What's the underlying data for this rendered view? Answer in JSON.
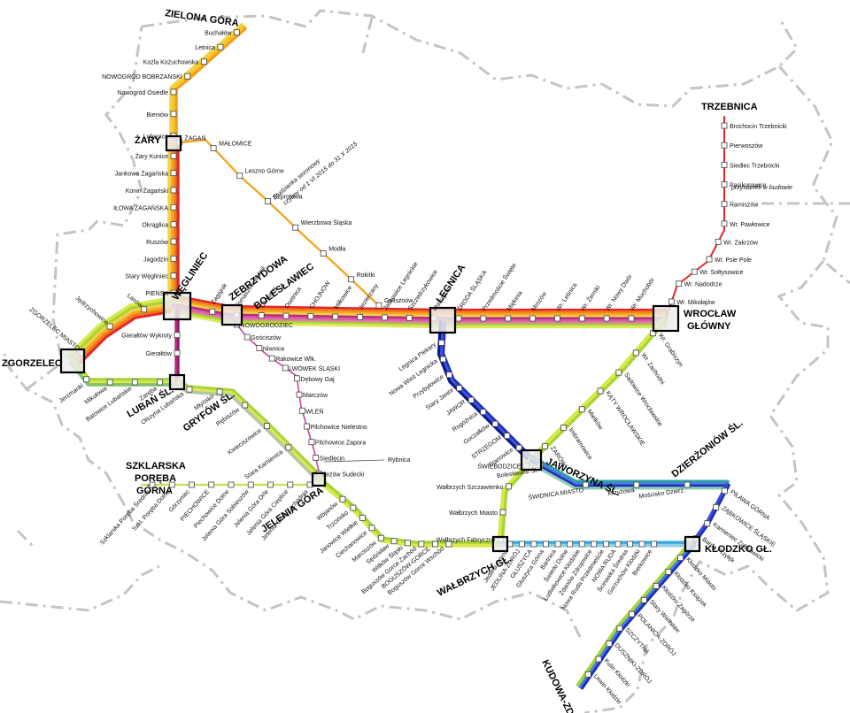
{
  "hubs": {
    "zielona_gora": "ZIELONA GÓRA",
    "zary": "ŻARY",
    "wegliniec": "WĘGLINIEC",
    "zgorzelec": "ZGORZELEC",
    "luban": "LUBAŃ ŚL.",
    "gryfow": "GRYFÓW ŚL.",
    "zebrzydowa": "ZEBRZYDOWA",
    "boleslawiec": "BOLESŁAWIEC",
    "legnica": "LEGNICA",
    "wroclaw": "WROCŁAW",
    "wroclaw2": "GŁÓWNY",
    "trzebnica": "TRZEBNICA",
    "jaworzyna": "JAWORZYNA ŚL.",
    "dzierzoniow": "DZIERŻONIÓW ŚL.",
    "klodzko": "KŁODZKO GŁ.",
    "kudowa": "KUDOWA-ZDRÓJ",
    "walbrzych": "WAŁBRZYCH GŁ.",
    "jelenia": "JELENIA GÓRA",
    "szklarska1": "SZKLARSKA",
    "szklarska2": "PORĘBA",
    "szklarska3": "GÓRNA"
  },
  "lines": {
    "zg_zary": [
      "Buchałów",
      "Letnica",
      "Kożla Kożuchowska",
      "NOWOGRÓD BOBRZAŃSKI",
      "Nowogród Osiedle",
      "Bieniów",
      "Lubanice"
    ],
    "zary_weg": [
      "Żary Kunice",
      "Jankowa Żagańska",
      "Konin Żagański",
      "IŁOWA ŻAGAŃSKA",
      "Okrąglica",
      "Ruszów",
      "Jagodzin",
      "Stary Węgliniec",
      "PIEŃSK"
    ],
    "zagan": [
      "ŻAGAŃ",
      "MAŁOMICE",
      "Leszno Górne",
      "Szprotawa",
      "Wierzbowa Śląska",
      "Modła",
      "Rokitki",
      "Golisznów"
    ],
    "zgorz": [
      "Lasów",
      "Jędrzychowice",
      "ZGORZELEC MIASTO"
    ],
    "main": [
      "Zagajnik",
      "Tomaszów Bolesł.",
      "Okmiany",
      "Osetnica",
      "CHOJNÓW",
      "Miłkowice",
      "Jezierzany",
      "Jaśkowice Legnickie",
      "Szczedrzykowice",
      "Malczyce",
      "ŚRODA ŚLĄSKA",
      "Przedmoście Święte",
      "Miękinia",
      "Mrozów",
      "Wr. Leśnica",
      "Wr. Żerniki",
      "Wr. Nowy Dwór",
      "Wr. Muchobór"
    ],
    "luban": [
      "Jerzmanki",
      "Mikułowa",
      "Batowice Lubańskie",
      "Zaręba"
    ],
    "weg_lub": [
      "Gierałtów Wykroty",
      "Gierałtów"
    ],
    "gryfow": [
      "Olszyna Lubańska",
      "Młyńsko",
      "Rębiszów",
      "Kwieciszowice",
      "Stara Kamienica"
    ],
    "nowogrodziec": [
      "NOWOGRODZIEC",
      "Gościszów",
      "Niwnice",
      "Rakowice Wlk.",
      "LWÓWEK ŚLĄSKI",
      "Dębowy Gaj",
      "Marczów",
      "WLEŃ",
      "Pilchowice Nielestno",
      "Pilchowice Zapora",
      "Siedlęcin",
      "Jeżów Sudecki"
    ],
    "szklarska": [
      "Szklarska Poręba Średnia",
      "Szkl. Poręba Dolna",
      "Górzyniec",
      "PIECHOWICE",
      "Piechowice Dolne",
      "Jelenia Góra Sobieszów",
      "Jelenia Góra Orle",
      "Jelenia Góra Cieplice",
      "Jelenia Góra Zachodnia"
    ],
    "jelenia_wal": [
      "Wojanów",
      "Trzcińsko",
      "Janowice Wielkie",
      "Ciechanowice",
      "Marciszów",
      "Sędzisław",
      "Witków Śląski",
      "Boguszów Gorce Zachód",
      "BOGUSZÓW-GORCE",
      "Boguszów Gorce Wschód"
    ],
    "leg_jaw": [
      "Legnica Piekary",
      "Nowa Wieś Legnicka",
      "Przybyłowice",
      "Stary Jawor",
      "JAWOR",
      "Rogoźnica",
      "Goczałków",
      "STRZEGOM",
      "Stanowice"
    ],
    "jaw_wal": [
      "ŚWIEBODZICE",
      "Wałbrzych Szczawienko",
      "Wałbrzych Miasto",
      "Wałbrzych Fabryczny"
    ],
    "wro_jaw": [
      "Wr. Grabiszyn",
      "Wr. Zachodni",
      "Sadowice Wrocławskie",
      "KĄTY WROCŁAWSKIE",
      "Mietków",
      "Imbramowice",
      "ŻARÓW"
    ],
    "jaw_dzi": [
      "Bolesławice Śl.",
      "ŚWIDNICA MIASTO",
      "Krzyżowa",
      "Mościsko Dzierż."
    ],
    "dzi_klo": [
      "PIŁAWA GÓRNA",
      "ZĄBKOWICE ŚLĄSKIE",
      "Kamieniec Ząbkowicki",
      "Bardo Przyłęk"
    ],
    "wal_klo": [
      "Jedlina Górna",
      "JEDLINA-ZDRÓJ",
      "GŁUSZYCA",
      "Głuszyca Górna",
      "Bartnica",
      "Świerki Dolne",
      "Ludwikowice Kłodzkie",
      "Żdanów Zdrojowice",
      "Nowa Ruda Przedmieście",
      "NOWA RUDA",
      "Ścinawka Średnia",
      "Gorzuchów Kłodzki",
      "Bierkowice"
    ],
    "klo_kud": [
      "Kłodzko Miasto",
      "Kłodzko Książek",
      "Kłodzko Zagórze",
      "Stary Wielisław",
      "POLANICA-ZDRÓJ",
      "SZCZYTNA",
      "DUSZNIKI-ZDRÓJ",
      "Kulin Kłodzki",
      "Lewin Kłodzki"
    ],
    "trzebnica": [
      "Brochocin Trzebnicki",
      "Pierwoszów",
      "Siedlec Trzebnicki",
      "Pasikurowice",
      "Ramiszów",
      "Wr. Pawłowice",
      "Wr. Zakrzów",
      "Wr. Psie Pole",
      "Wr. Sołtysowice",
      "Wr. Nadodrze",
      "Wr. Mikołajów"
    ],
    "other": [
      "Rybnica"
    ]
  },
  "notes": {
    "szprotawa_1": "Studzianka sezonowy",
    "szprotawa_2": "czynny od 1 VI 2015 do 31 X 2015",
    "ramiszow": "przystanek w budowie"
  },
  "colors": {
    "orange": "#f5a623",
    "yellow": "#f2d14a",
    "red": "#e3262b",
    "blue": "#1d2fbf",
    "green": "#a7d437",
    "purple": "#b62a87",
    "teal": "#2aa3a8",
    "border": "#c8c8c8"
  }
}
